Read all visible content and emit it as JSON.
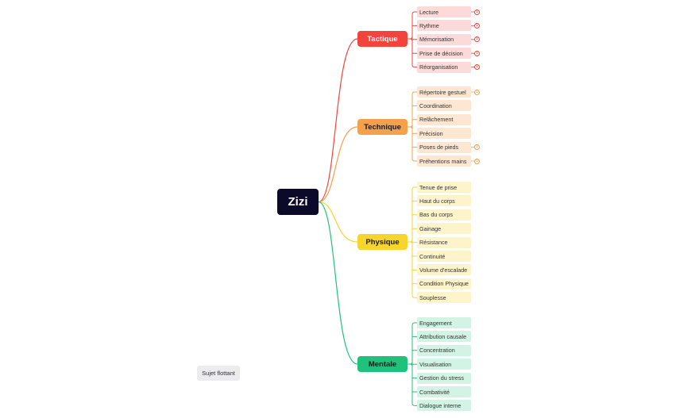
{
  "root": {
    "label": "Zizi"
  },
  "floating_topic": {
    "label": "Sujet flottant"
  },
  "branches": [
    {
      "id": "tactique",
      "label": "Tactique",
      "color": "#f2443d",
      "text_color": "#ffffff",
      "leaf_color": "#fcdad9",
      "leaves": [
        {
          "label": "Lecture",
          "marker": "1"
        },
        {
          "label": "Rythme",
          "marker": "1"
        },
        {
          "label": "Mémorisation",
          "marker": "1"
        },
        {
          "label": "Prise de décision",
          "marker": "1"
        },
        {
          "label": "Réorganisation",
          "marker": "1"
        }
      ]
    },
    {
      "id": "technique",
      "label": "Technique",
      "color": "#f5a04b",
      "text_color": "#1a1a1a",
      "leaf_color": "#fde7d2",
      "leaves": [
        {
          "label": "Répertoire gestuel",
          "marker": "1"
        },
        {
          "label": "Coordination"
        },
        {
          "label": "Relâchement"
        },
        {
          "label": "Précision"
        },
        {
          "label": "Poses de pieds",
          "marker": "1"
        },
        {
          "label": "Préhentions mains",
          "marker": "1"
        }
      ]
    },
    {
      "id": "physique",
      "label": "Physique",
      "color": "#f5d52e",
      "text_color": "#1a1a1a",
      "leaf_color": "#fdf4cc",
      "leaves": [
        {
          "label": "Tenue de prise"
        },
        {
          "label": "Haut du corps"
        },
        {
          "label": "Bas du corps"
        },
        {
          "label": "Gainage"
        },
        {
          "label": "Résistance"
        },
        {
          "label": "Continuité"
        },
        {
          "label": "Volume d'escalade"
        },
        {
          "label": "Condition Physique"
        },
        {
          "label": "Souplesse"
        }
      ]
    },
    {
      "id": "mentale",
      "label": "Mentale",
      "color": "#1fc17b",
      "text_color": "#1a1a1a",
      "leaf_color": "#d3f3e4",
      "leaves": [
        {
          "label": "Engagement"
        },
        {
          "label": "Attribution causale"
        },
        {
          "label": "Concentration"
        },
        {
          "label": "Visualisation"
        },
        {
          "label": "Gestion du stress"
        },
        {
          "label": "Combativité"
        },
        {
          "label": "Dialogue interne"
        }
      ]
    }
  ]
}
